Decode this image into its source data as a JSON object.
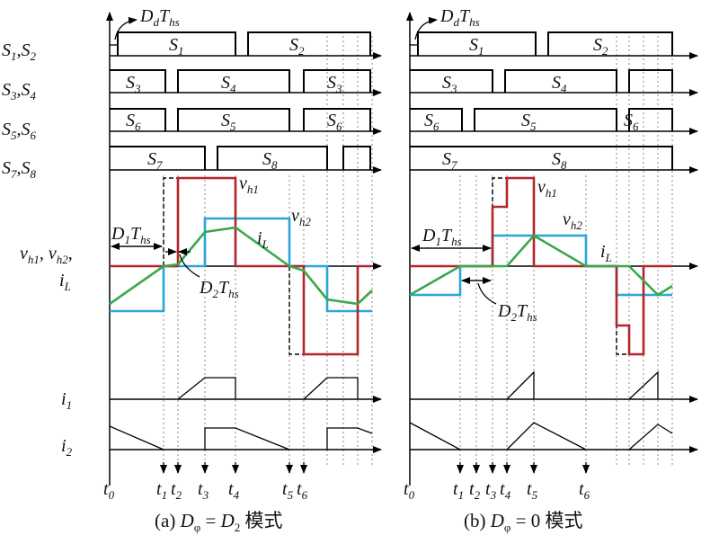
{
  "row_labels": {
    "s12": {
      "a": "S",
      "a_sub": "1",
      "b": "S",
      "b_sub": "2"
    },
    "s34": {
      "a": "S",
      "a_sub": "3",
      "b": "S",
      "b_sub": "4"
    },
    "s56": {
      "a": "S",
      "a_sub": "5",
      "b": "S",
      "b_sub": "6"
    },
    "s78": {
      "a": "S",
      "a_sub": "7",
      "b": "S",
      "b_sub": "8"
    },
    "vh1": "v",
    "vh1_sub": "h1",
    "vh2": "v",
    "vh2_sub": "h2",
    "il": "i",
    "il_sub": "L",
    "i1": "i",
    "i1_sub": "1",
    "i2": "i",
    "i2_sub": "2"
  },
  "annotations": {
    "dd": "D",
    "dd_sub": "d",
    "t": "T",
    "t_sub": "hs",
    "d1": "D",
    "d1_sub": "1",
    "d2": "D",
    "d2_sub": "2"
  },
  "switch_names": {
    "s1": "S",
    "s1_sub": "1",
    "s2": "S",
    "s2_sub": "2",
    "s3": "S",
    "s3_sub": "3",
    "s4": "S",
    "s4_sub": "4",
    "s5": "S",
    "s5_sub": "5",
    "s6": "S",
    "s6_sub": "6",
    "s7": "S",
    "s7_sub": "7",
    "s8": "S",
    "s8_sub": "8"
  },
  "waveform_names": {
    "vh1": "v",
    "vh1_sub": "h1",
    "vh2": "v",
    "vh2_sub": "h2",
    "il": "i",
    "il_sub": "L"
  },
  "panel_a": {
    "time_labels": [
      "t0",
      "t1",
      "t2",
      "t3",
      "t4",
      "t5",
      "t6"
    ],
    "time_main": [
      "t",
      "t",
      "t",
      "t",
      "t",
      "t",
      "t"
    ],
    "time_sub": [
      "0",
      "1",
      "2",
      "3",
      "4",
      "5",
      "6"
    ],
    "caption": {
      "pre": "(a) ",
      "d": "D",
      "d_sub": "φ",
      "eq": " = ",
      "d2": "D",
      "d2_sub": "2",
      "post": " 模式"
    }
  },
  "panel_b": {
    "time_main": [
      "t",
      "t",
      "t",
      "t",
      "t",
      "t",
      "t"
    ],
    "time_sub": [
      "0",
      "1",
      "2",
      "3",
      "4",
      "5",
      "6"
    ],
    "caption": {
      "pre": "(b) ",
      "d": "D",
      "d_sub": "φ",
      "eq": " = 0 ",
      "post": "模式"
    }
  },
  "colors": {
    "vh1": "#b3262a",
    "vh2": "#2aa6d8",
    "il": "#3aa84a"
  }
}
